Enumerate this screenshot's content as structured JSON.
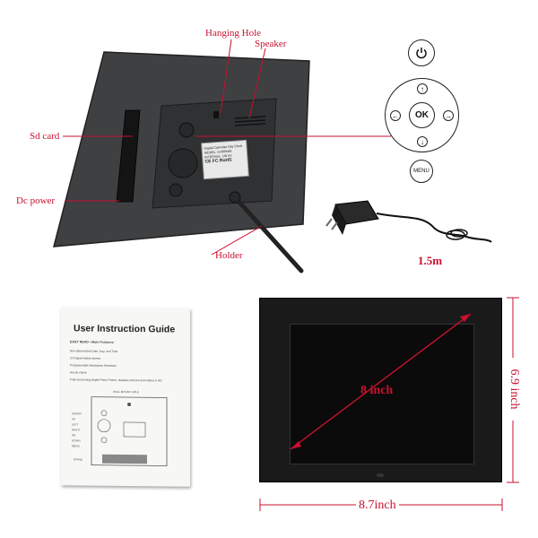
{
  "callouts": {
    "hanging_hole": "Hanging Hole",
    "speaker": "Speaker",
    "sd_card": "Sd card",
    "dc_power": "Dc power",
    "holder": "Holder"
  },
  "rear_panel": {
    "label_line1": "Digital Calendar Day Clock",
    "label_line2": "MODEL: CA8BA66",
    "label_line3": "INTERNAL: 1W 5V",
    "label_line4": "CE FC RoHS"
  },
  "controls": {
    "ok_label": "OK",
    "menu_label": "MENU",
    "icons": [
      "power-icon",
      "up-arrow-icon",
      "down-arrow-icon",
      "left-arrow-icon",
      "right-arrow-icon"
    ]
  },
  "adapter": {
    "cable_length": "1.5m"
  },
  "manual": {
    "title": "User Instruction Guide",
    "subtitle": "EASY READ • Main Features:",
    "features": [
      "Non-abbreviated Date, Day, and Time",
      "3 Programmable alarms",
      "Programmable Medication Reminder",
      "Hourly chime",
      "Fully functioning Digital Photo Frame, displays pictures and videos in HD"
    ],
    "diagram_header": "WALL MOUNT HOLE",
    "diagram_labels": [
      "ON/OFF",
      "UP",
      "LEFT",
      "RIGHT",
      "OK",
      "DOWN",
      "MENU"
    ],
    "stand_label": "STAND"
  },
  "dimensions": {
    "diagonal": "8 inch",
    "width": "8.7inch",
    "height": "6.9 inch"
  },
  "colors": {
    "accent_red": "#c8102e",
    "frame_black": "#1a1a1a",
    "rear_grey": "#3b3d3f"
  }
}
